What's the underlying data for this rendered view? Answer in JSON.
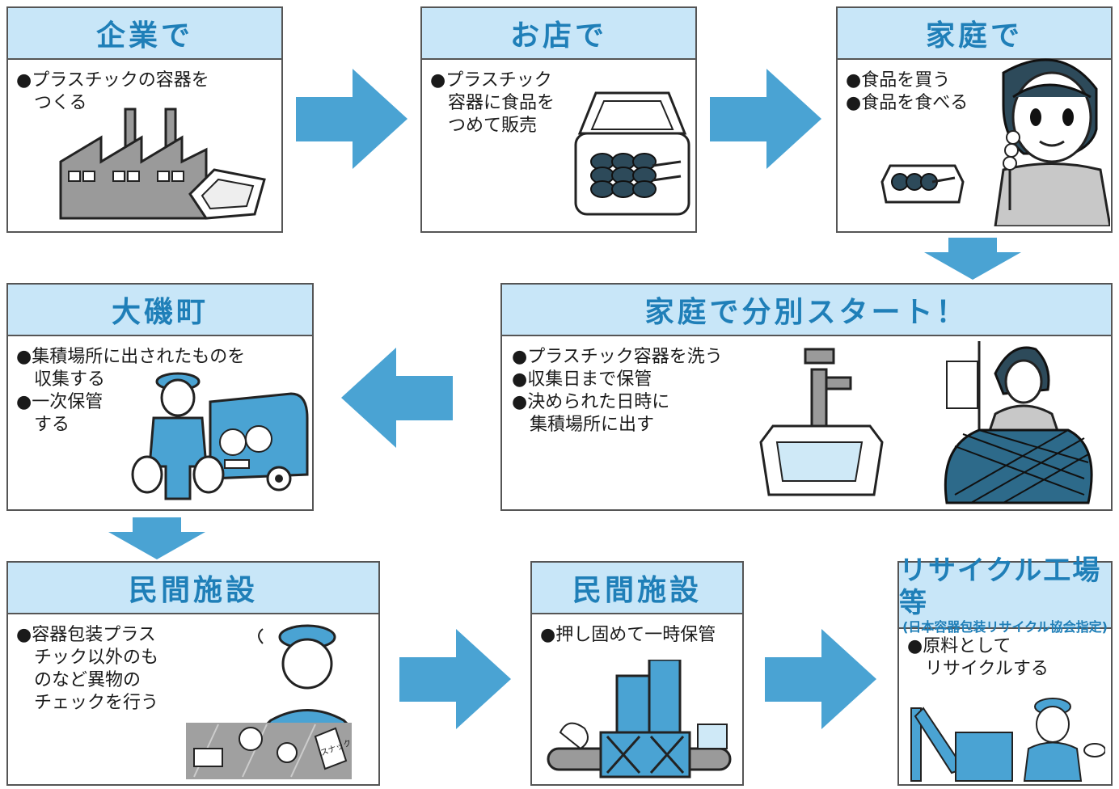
{
  "colors": {
    "header_bg": "#c8e6f8",
    "header_text": "#1f7fb8",
    "arrow": "#4aa3d3",
    "border": "#555555"
  },
  "boxes": {
    "company": {
      "title": "企業で",
      "items": [
        "●プラスチックの容器を",
        "　つくる"
      ]
    },
    "shop": {
      "title": "お店で",
      "items": [
        "●プラスチック",
        "　容器に食品を",
        "　つめて販売"
      ]
    },
    "home": {
      "title": "家庭で",
      "items": [
        "●食品を買う",
        "●食品を食べる"
      ]
    },
    "sort": {
      "title": "家庭で分別スタート！",
      "items": [
        "●プラスチック容器を洗う",
        "●収集日まで保管",
        "●決められた日時に",
        "　集積場所に出す"
      ]
    },
    "town": {
      "title": "大磯町",
      "items": [
        "●集積場所に出されたものを",
        "　収集する",
        "●一次保管",
        "　する"
      ]
    },
    "private1": {
      "title": "民間施設",
      "items": [
        "●容器包装プラス",
        "　チック以外のも",
        "　のなど異物の",
        "　チェックを行う"
      ]
    },
    "private2": {
      "title": "民間施設",
      "items": [
        "●押し固めて一時保管"
      ]
    },
    "recycle": {
      "title": "リサイクル工場等",
      "subtitle": "(日本容器包装リサイクル協会指定)",
      "items": [
        "●原料として",
        "　リサイクルする"
      ]
    }
  },
  "illustration_text": {
    "snack_bag": "スナック"
  }
}
